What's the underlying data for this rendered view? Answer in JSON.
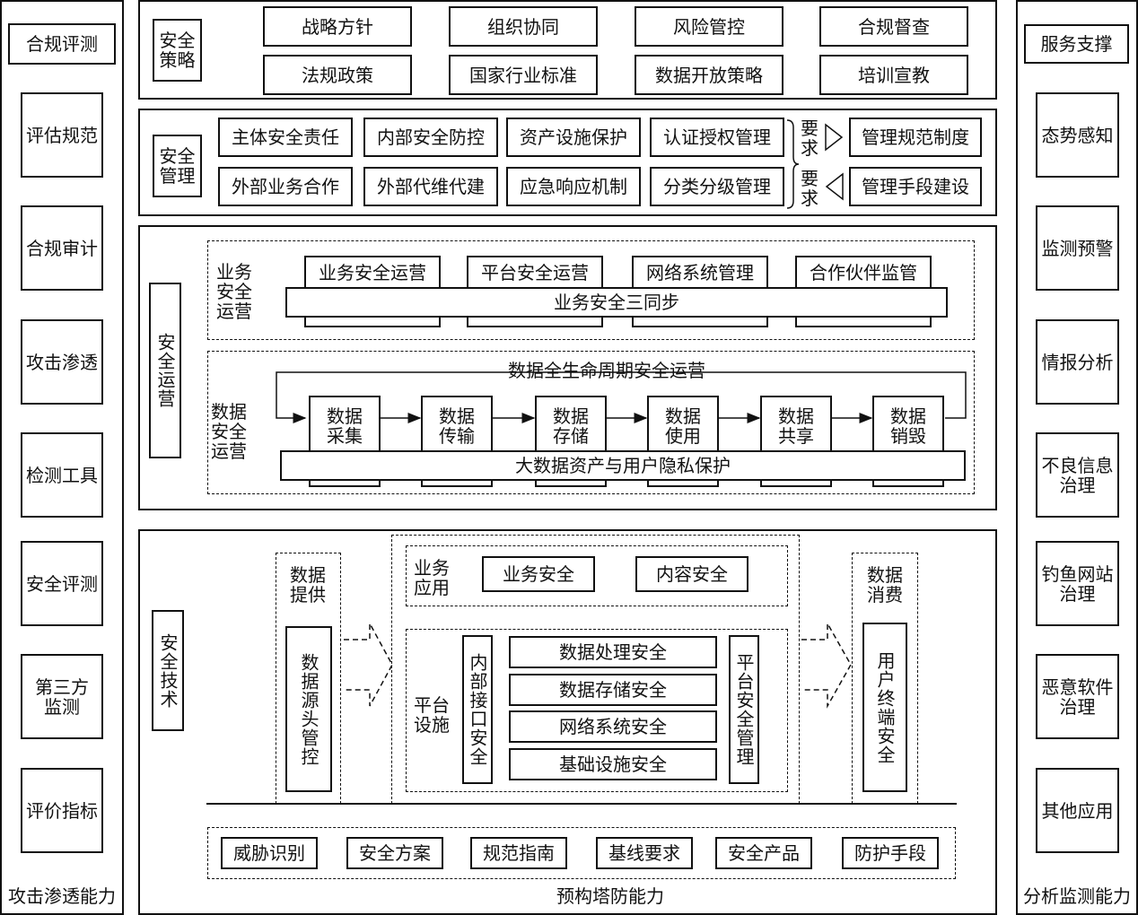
{
  "left": {
    "header": "合规评测",
    "items": [
      "评估规范",
      "合规审计",
      "攻击渗透",
      "检测工具",
      "安全评测",
      "第三方\n监测",
      "评价指标"
    ],
    "footer": "攻击渗透能力"
  },
  "right": {
    "header": "服务支撑",
    "items": [
      "态势感知",
      "监测预警",
      "情报分析",
      "不良信息\n治理",
      "钓鱼网站\n治理",
      "恶意软件\n治理",
      "其他应用"
    ],
    "footer": "分析监测能力"
  },
  "strategy": {
    "label": "安全\n策略",
    "items": [
      "战略方针",
      "组织协同",
      "风险管控",
      "合规督查",
      "法规政策",
      "国家行业标准",
      "数据开放策略",
      "培训宣教"
    ]
  },
  "management": {
    "label": "安全\n管理",
    "items": [
      "主体安全责任",
      "内部安全防控",
      "资产设施保护",
      "认证授权管理",
      "外部业务合作",
      "外部代维代建",
      "应急响应机制",
      "分类分级管理"
    ],
    "req_top": "要\n求",
    "req_bottom": "要\n求",
    "right_top": "管理规范制度",
    "right_bottom": "管理手段建设"
  },
  "operations": {
    "label": "安全运营",
    "business": {
      "label": "业务\n安全\n运营",
      "items": [
        "业务安全运营",
        "平台安全运营",
        "网络系统管理",
        "合作伙伴监管"
      ],
      "bar": "业务安全三同步"
    },
    "data": {
      "label": "数据\n安全\n运营",
      "lifecycle": "数据全生命周期安全运营",
      "stages": [
        "数据\n采集",
        "数据\n传输",
        "数据\n存储",
        "数据\n使用",
        "数据\n共享",
        "数据\n销毁"
      ],
      "bar": "大数据资产与用户隐私保护"
    }
  },
  "technology": {
    "label": "安全技术",
    "provide_label": "数据\n提供",
    "provide_box": "数据源头管控",
    "biz_app_label": "业务\n应用",
    "biz_items": [
      "业务安全",
      "内容安全"
    ],
    "platform_label": "平台\n设施",
    "interface_box": "内部接口安全",
    "platform_items": [
      "数据处理安全",
      "数据存储安全",
      "网络系统安全",
      "基础设施安全"
    ],
    "platform_mgmt_box": "平台安全管理",
    "consume_label": "数据\n消费",
    "consume_box": "用户终端安全",
    "bottom_items": [
      "威胁识别",
      "安全方案",
      "规范指南",
      "基线要求",
      "安全产品",
      "防护手段"
    ],
    "footer": "预构塔防能力"
  }
}
